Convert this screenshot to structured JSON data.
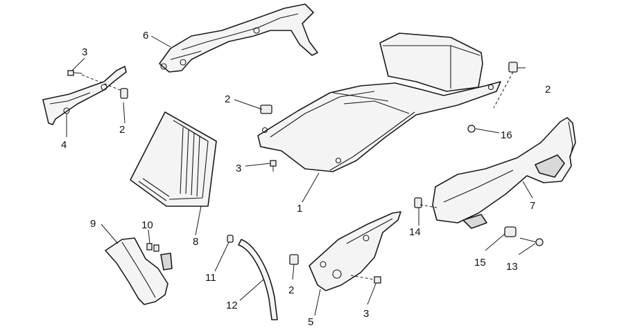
{
  "callouts": {
    "c1": "1",
    "c2a": "2",
    "c2b": "2",
    "c2c": "2",
    "c2d": "2",
    "c3a": "3",
    "c3b": "3",
    "c3c": "3",
    "c4": "4",
    "c5": "5",
    "c6": "6",
    "c7": "7",
    "c8": "8",
    "c9": "9",
    "c10": "10",
    "c11": "11",
    "c12": "12",
    "c13": "13",
    "c14": "14",
    "c15": "15",
    "c16": "16"
  },
  "colors": {
    "line": "#1a1a1a",
    "background": "#ffffff",
    "part_fill": "#f4f4f4"
  }
}
